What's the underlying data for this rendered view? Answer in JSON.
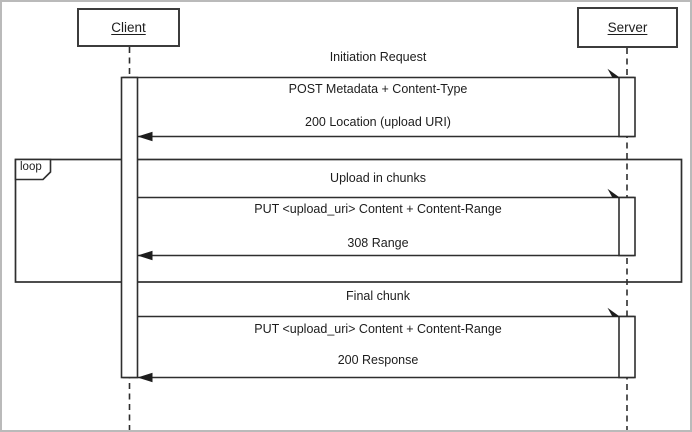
{
  "diagram": {
    "type": "uml-sequence",
    "actors": [
      {
        "name": "Client"
      },
      {
        "name": "Server"
      }
    ],
    "loop": {
      "label": "loop"
    },
    "sections": [
      {
        "label": "Initiation Request",
        "request": "POST Metadata + Content-Type",
        "response": "200 Location (upload URI)"
      },
      {
        "label": "Upload in chunks",
        "fragment": "loop",
        "request": "PUT <upload_uri> Content + Content-Range",
        "response": "308 Range"
      },
      {
        "label": "Final chunk",
        "request": "PUT <upload_uri> Content + Content-Range",
        "response": "200 Response"
      }
    ],
    "colors": {
      "line": "#2e2e2e",
      "text": "#1d1d1d",
      "frame_border": "#bababa",
      "background": "#ffffff"
    }
  }
}
